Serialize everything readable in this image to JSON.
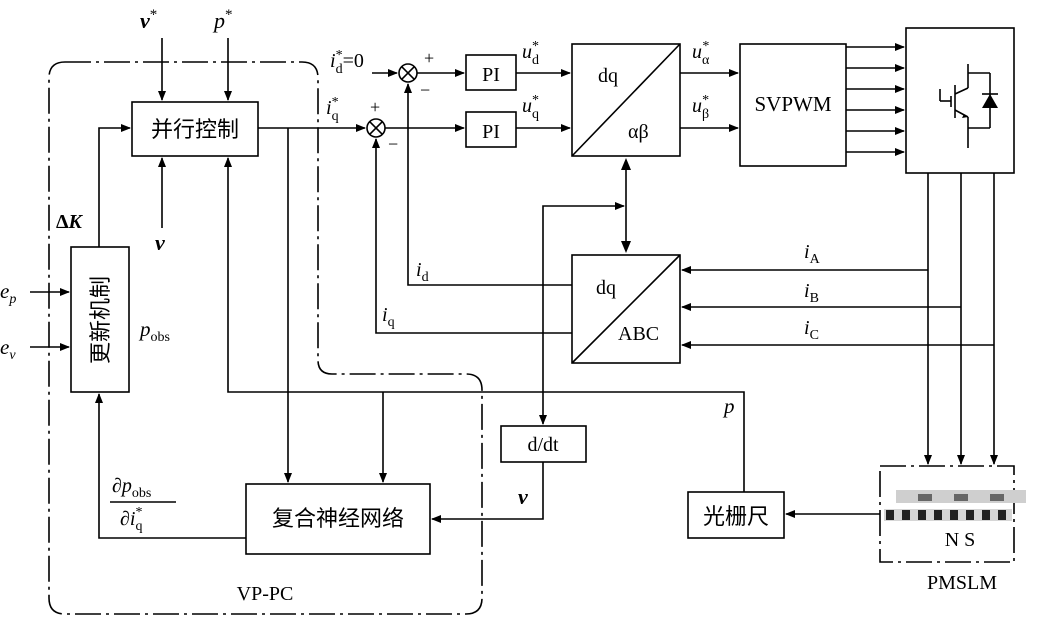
{
  "blocks": {
    "parallel_control": "并行控制",
    "update_mechanism": "更新机制",
    "pi": "PI",
    "dq_label": "dq",
    "alphabeta_label": "αβ",
    "abc_label": "ABC",
    "svpwm": "SVPWM",
    "derivative": "d/dt",
    "neural_network": "复合神经网络",
    "grating_ruler": "光栅尺",
    "motor_poles": "N S",
    "motor_name": "PMSLM",
    "vppc_label": "VP-PC"
  },
  "signals": {
    "v_ref": "v*",
    "p_ref": "p*",
    "v_feedback": "v",
    "v_to_nn": "v",
    "delta_k": "ΔK",
    "e_p": "ep",
    "e_v": "ev",
    "p_obs": "pobs",
    "id_ref": "id*=0",
    "iq_ref": "iq*",
    "ud_ref": "ud*",
    "uq_ref": "uq*",
    "ualpha_ref": "uα*",
    "ubeta_ref": "uβ*",
    "id": "id",
    "iq": "iq",
    "iA": "iA",
    "iB": "iB",
    "iC": "iC",
    "p": "p",
    "gradient_num": "∂pobs",
    "gradient_den": "∂iq*",
    "plus": "+",
    "minus": "−"
  }
}
